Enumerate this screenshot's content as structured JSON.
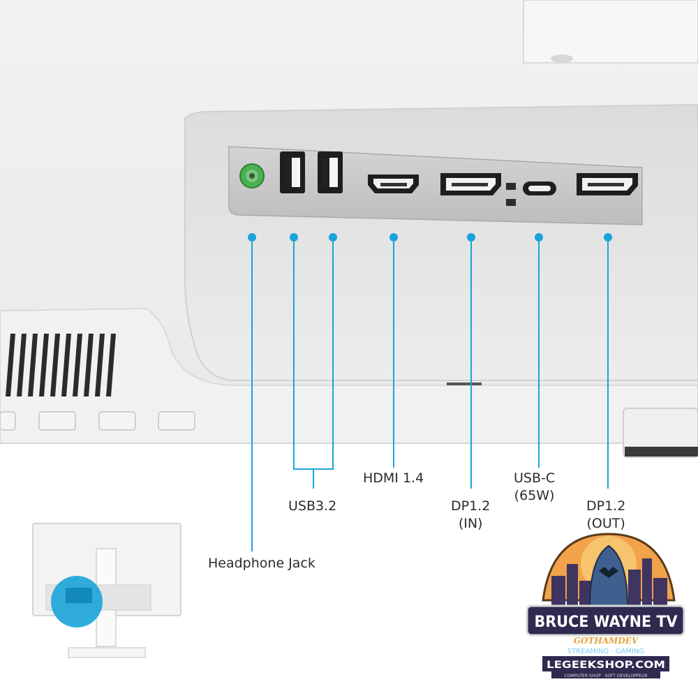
{
  "colors": {
    "accent": "#1aa3d9",
    "monitor_body": "#efefef",
    "port_panel": "#c9c9c9",
    "headphone_jack": "#4caf50"
  },
  "ports": {
    "headphone": {
      "label": "Headphone Jack",
      "icon": "headphone-jack-icon"
    },
    "usb": {
      "label": "USB3.2",
      "icon": "usb-a-icon",
      "count": 2
    },
    "hdmi": {
      "label": "HDMI 1.4",
      "icon": "hdmi-icon"
    },
    "dp_in": {
      "line1": "DP1.2",
      "line2": "(IN)",
      "icon": "displayport-icon"
    },
    "usbc": {
      "line1": "USB-C",
      "line2": "(65W)",
      "icon": "usb-c-icon"
    },
    "dp_out": {
      "line1": "DP1.2",
      "line2": "(OUT)",
      "icon": "displayport-icon"
    }
  },
  "logo": {
    "brand": "BRUCE WAYNE TV",
    "tagline": "GOTHAMDEV",
    "services": "STREAMING · GAMING",
    "site": "LEGEEKSHOP.COM",
    "subline": "COMPUTER SHOP · SOFT DEVELOPPEUR"
  }
}
